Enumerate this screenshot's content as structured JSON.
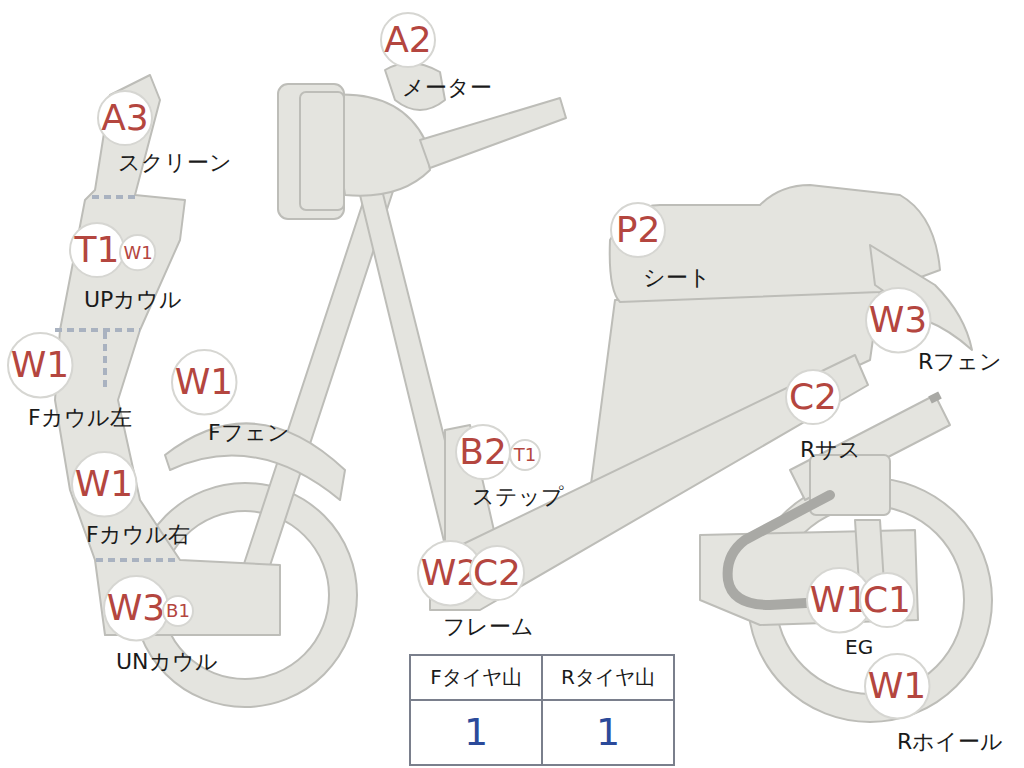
{
  "diagram": {
    "nodes": [
      {
        "text": [
          "A2"
        ]
      },
      {
        "text": [
          "A3"
        ]
      },
      {
        "text": [
          "P2"
        ]
      },
      {
        "text": [
          "T1"
        ]
      },
      {
        "text": [
          "W1"
        ]
      },
      {
        "text": [
          "W3"
        ]
      },
      {
        "text": [
          "W1"
        ]
      },
      {
        "text": [
          "W1"
        ]
      },
      {
        "text": [
          "C2"
        ]
      },
      {
        "text": [
          "B2"
        ]
      },
      {
        "text": [
          "T1"
        ]
      },
      {
        "text": [
          "W1"
        ]
      },
      {
        "text": [
          "W2"
        ]
      },
      {
        "text": [
          "C2"
        ]
      },
      {
        "text": [
          "W1"
        ]
      },
      {
        "text": [
          "C1"
        ]
      },
      {
        "text": [
          "W3"
        ]
      },
      {
        "text": [
          "B1"
        ]
      },
      {
        "text": [
          "W1"
        ]
      }
    ],
    "labels": [
      "メーター",
      "スクリーン",
      "シート",
      "UPカウル",
      "Rフェン",
      "Fカウル左",
      "Fフェン",
      "Rサス",
      "ステップ",
      "Fカウル右",
      "フレーム",
      "EG",
      "UNカウル",
      "Rホイール",
      "Fタイヤ山",
      "Rタイヤ山",
      "1",
      "1"
    ]
  }
}
